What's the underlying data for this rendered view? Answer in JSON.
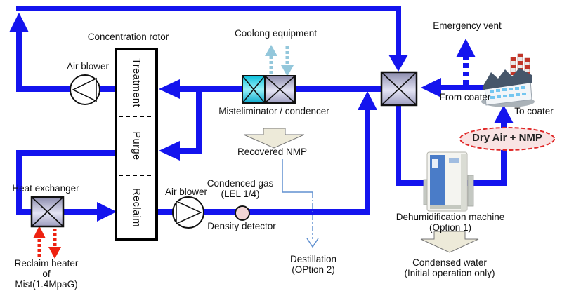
{
  "diagram": {
    "rotor": {
      "title": "Concentration rotor",
      "sections": [
        "Treatment",
        "Purge",
        "Reclaim"
      ]
    },
    "equipment": {
      "air_blower_left": "Air blower",
      "air_blower_right": "Air blower",
      "cooling_equipment": "Coolong equipment",
      "misteliminator": "Misteliminator / condencer",
      "heat_exchanger": "Heat exchanger",
      "density_detector": "Density detector",
      "dehumidification_machine": "Dehumidification machine\n(Option 1)",
      "emergency_vent": "Emergency vent",
      "from_coater": "From coater",
      "to_coater": "To coater"
    },
    "streams": {
      "dry_air_nmp": "Dry Air + NMP",
      "recovered_nmp": "Recovered NMP",
      "condenced_gas": "Condenced gas\n(LEL 1/4)",
      "condensed_water": "Condensed water\n(Initial operation only)",
      "reclaim_heater": "Reclaim heater\nof\nMist(1.4MpaG)",
      "destillation": "Destillation\n(OPtion 2)"
    },
    "colors": {
      "pipe_blue": "#1414ee",
      "cooling_arrow_blue": "#93c7db",
      "heater_arrow_red": "#ee2211",
      "thin_line_blue": "#6090d0",
      "block_arrow_beige": "#edead9",
      "dry_air_oval_fill": "#f9e3e3",
      "dry_air_oval_border": "#e02828",
      "equipment_purple": "#9c9cbe",
      "equipment_cyan": "#0cc0dc"
    }
  }
}
